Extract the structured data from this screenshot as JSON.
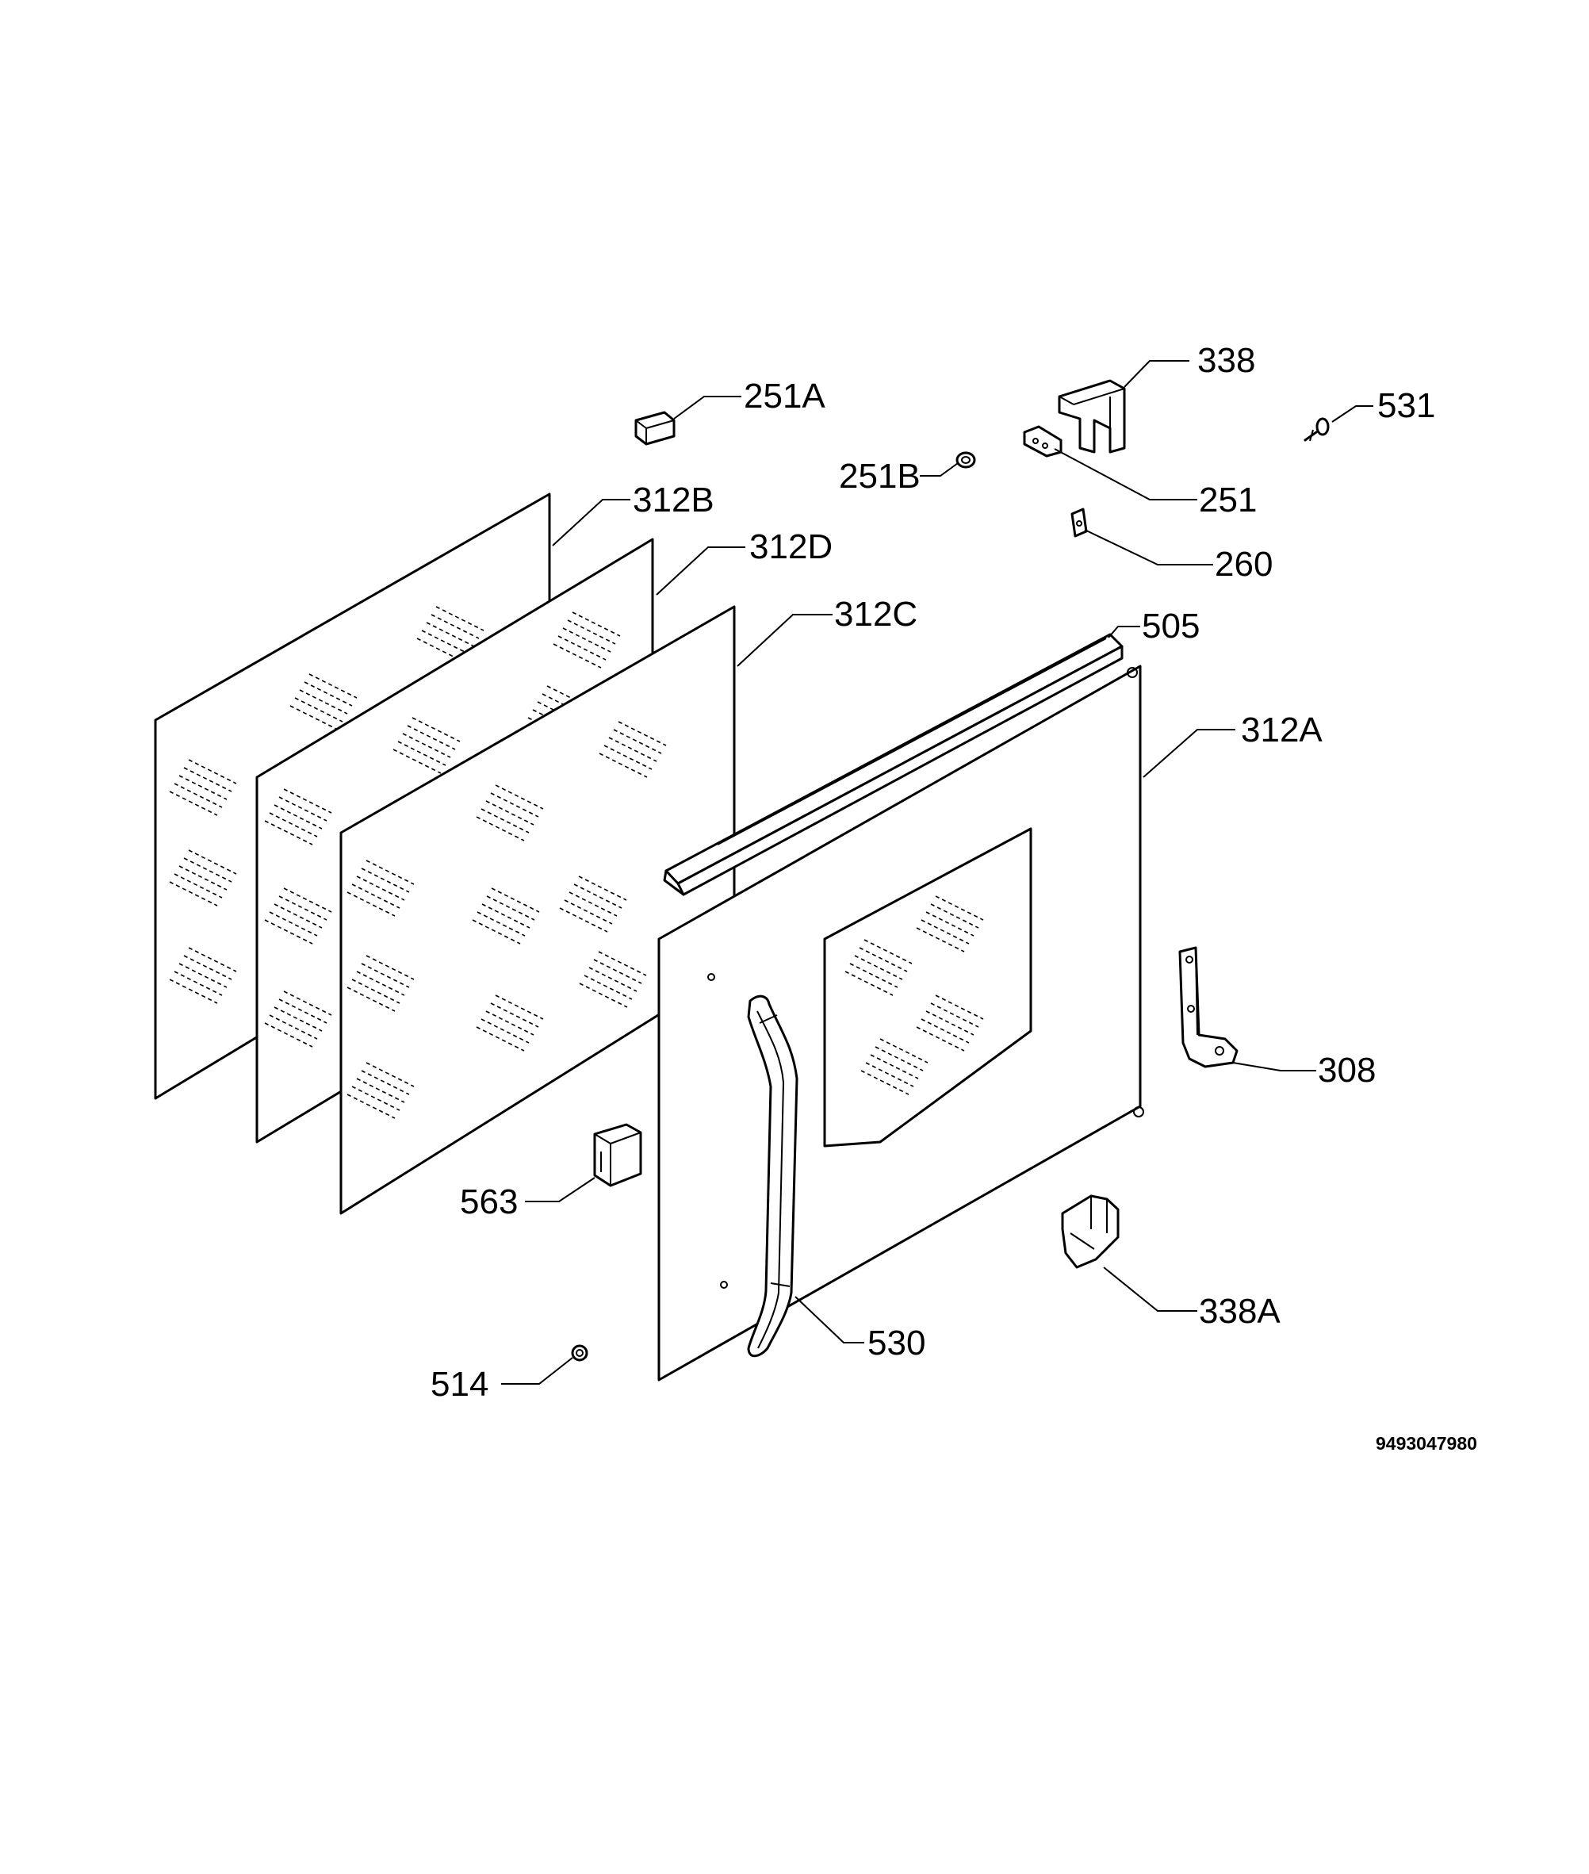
{
  "labels": {
    "p251A": "251A",
    "p338": "338",
    "p531": "531",
    "p251B": "251B",
    "p251": "251",
    "p312B": "312B",
    "p312D": "312D",
    "p260": "260",
    "p312C": "312C",
    "p505": "505",
    "p312A": "312A",
    "p308": "308",
    "p563": "563",
    "p338A": "338A",
    "p530": "530",
    "p514": "514"
  },
  "document_number": "9493047980"
}
